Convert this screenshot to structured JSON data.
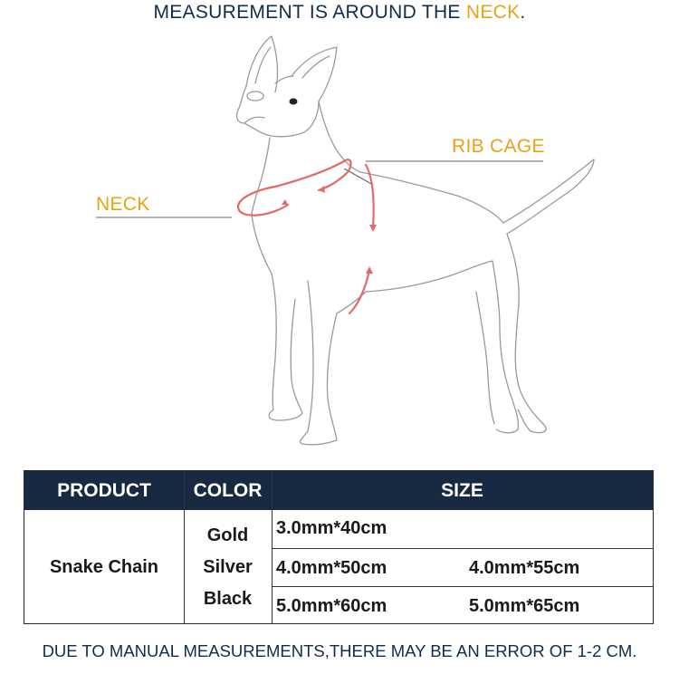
{
  "header": {
    "title_prefix": "MEASUREMENT IS AROUND THE ",
    "title_accent": "NECK",
    "title_suffix": "."
  },
  "diagram": {
    "rib_cage_label": "RIB CAGE",
    "neck_label": "NECK",
    "accent_color": "#e8a317",
    "measure_color": "#e46a6a"
  },
  "table": {
    "headers": {
      "product": "PRODUCT",
      "color": "COLOR",
      "size": "SIZE"
    },
    "product": "Snake Chain",
    "colors": [
      "Gold",
      "Silver",
      "Black"
    ],
    "sizes": [
      [
        "3.0mm*40cm",
        ""
      ],
      [
        "4.0mm*50cm",
        "4.0mm*55cm"
      ],
      [
        "5.0mm*60cm",
        "5.0mm*65cm"
      ]
    ],
    "header_bg": "#172a42"
  },
  "footer": {
    "note": "DUE TO MANUAL MEASUREMENTS,THERE MAY BE AN ERROR OF 1-2 CM."
  }
}
